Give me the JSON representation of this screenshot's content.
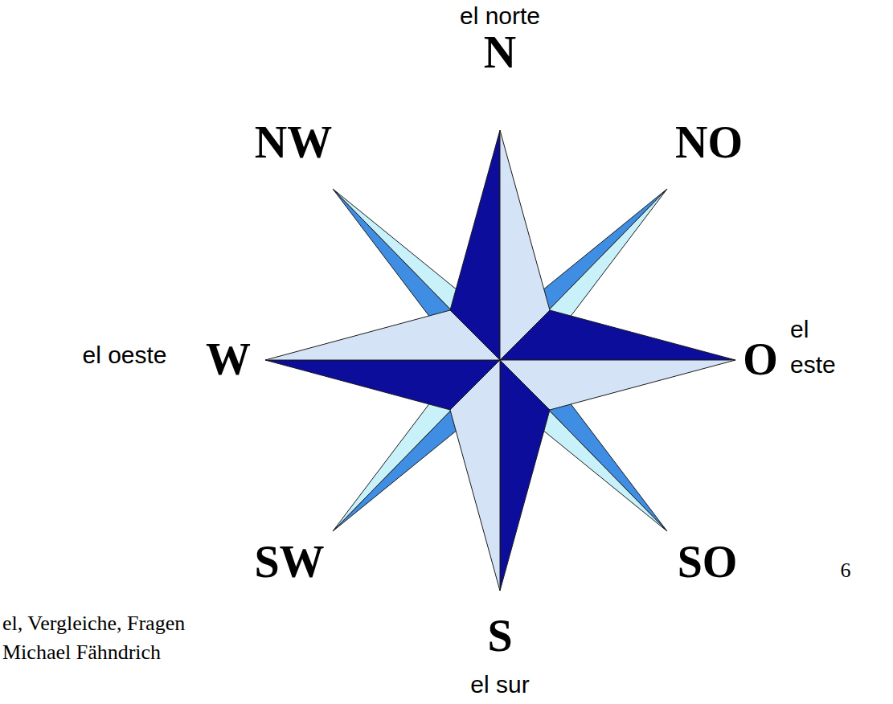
{
  "diagram": {
    "labels": [
      "el norte",
      "N",
      "NW",
      "NO",
      "el oeste",
      "W",
      "O",
      "el este",
      "SW",
      "SO",
      "6",
      "el, Vergleiche, Fragen",
      "S",
      "Michael Fähndrich",
      "el sur"
    ]
  }
}
